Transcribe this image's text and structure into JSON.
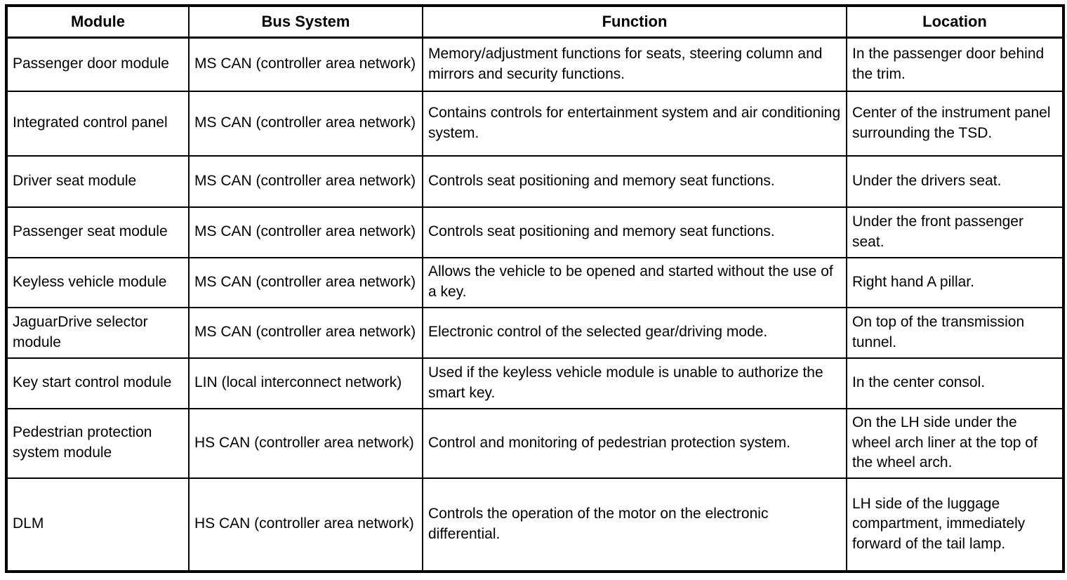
{
  "table": {
    "columns": [
      "Module",
      "Bus System",
      "Function",
      "Location"
    ],
    "rows": [
      {
        "module": "Passenger door module",
        "bus": "MS CAN (controller area network)",
        "function": "Memory/adjustment functions for seats, steering column and mirrors and security functions.",
        "location": "In the passenger door behind the trim."
      },
      {
        "module": "Integrated control panel",
        "bus": "MS CAN (controller area network)",
        "function": "Contains controls for entertainment system and air conditioning system.",
        "location": "Center of the instrument panel surrounding the TSD."
      },
      {
        "module": "Driver seat module",
        "bus": "MS CAN (controller area network)",
        "function": "Controls seat positioning and memory seat functions.",
        "location": "Under the drivers seat."
      },
      {
        "module": "Passenger seat module",
        "bus": "MS CAN (controller area network)",
        "function": "Controls seat positioning and memory seat functions.",
        "location": "Under the front passenger seat."
      },
      {
        "module": "Keyless vehicle module",
        "bus": "MS CAN (controller area network)",
        "function": "Allows the vehicle to be opened and started without the use of a key.",
        "location": "Right hand A pillar."
      },
      {
        "module": "JaguarDrive selector module",
        "bus": "MS CAN (controller area network)",
        "function": "Electronic control of the selected gear/driving mode.",
        "location": "On top of the transmission tunnel."
      },
      {
        "module": "Key start control module",
        "bus": "LIN (local interconnect network)",
        "function": "Used if the keyless vehicle module is unable to authorize the smart key.",
        "location": "In the center consol."
      },
      {
        "module": "Pedestrian protection system module",
        "bus": "HS CAN (controller area network)",
        "function": "Control and monitoring of pedestrian protection system.",
        "location": "On the LH side under the wheel arch liner at the top of the wheel arch."
      },
      {
        "module": "DLM",
        "bus": "HS CAN (controller area network)",
        "function": "Controls the operation of the motor on the electronic differential.",
        "location": "LH side of the luggage compartment, immediately forward of the tail lamp."
      }
    ],
    "text_color": "#000000",
    "border_color": "#000000",
    "background_color": "#ffffff"
  }
}
